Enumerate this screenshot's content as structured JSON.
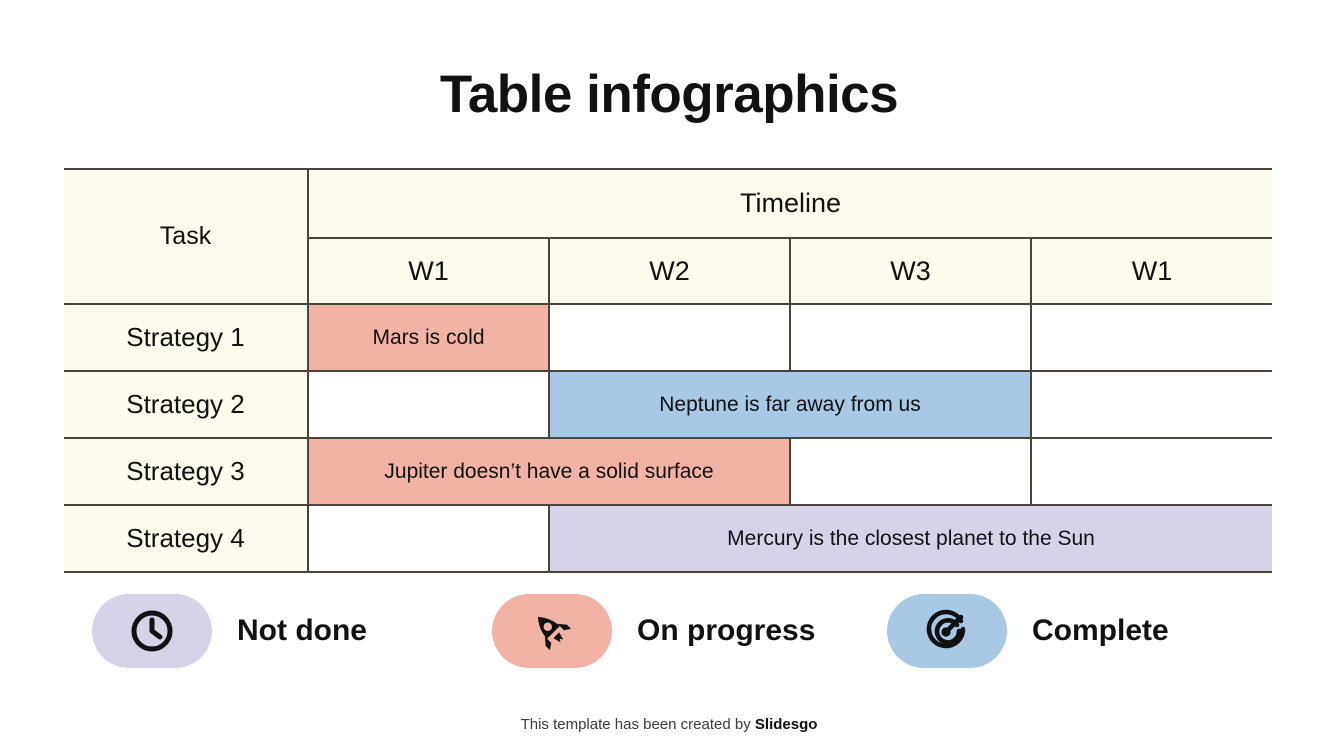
{
  "title": "Table infographics",
  "table": {
    "task_header": "Task",
    "timeline_header": "Timeline",
    "week_headers": [
      "W1",
      "W2",
      "W3",
      "W1"
    ],
    "rows": [
      {
        "label": "Strategy 1",
        "bar": {
          "text": "Mars is cold",
          "start": 1,
          "span": 1,
          "color": "#f2b3a6",
          "status": "On progress"
        }
      },
      {
        "label": "Strategy 2",
        "bar": {
          "text": "Neptune is far away from us",
          "start": 2,
          "span": 2,
          "color": "#a8c8e3",
          "status": "Complete"
        }
      },
      {
        "label": "Strategy 3",
        "bar": {
          "text": "Jupiter doesn’t have a solid surface",
          "start": 1,
          "span": 2,
          "color": "#f2b3a6",
          "status": "On progress"
        }
      },
      {
        "label": "Strategy 4",
        "bar": {
          "text": "Mercury is the closest planet to the Sun",
          "start": 2,
          "span": 3,
          "color": "#d6d2e8",
          "status": "Not done"
        }
      }
    ]
  },
  "legend": [
    {
      "label": "Not done",
      "icon": "clock-icon",
      "color": "#d6d2e8"
    },
    {
      "label": "On progress",
      "icon": "rocket-icon",
      "color": "#f2b3a6"
    },
    {
      "label": "Complete",
      "icon": "target-icon",
      "color": "#a8c8e3"
    }
  ],
  "footer": {
    "text": "This template has been created by ",
    "brand": "Slidesgo"
  },
  "colors": {
    "header_cream": "#fdfaee",
    "border": "#4a443c",
    "pink": "#f2b3a6",
    "blue": "#a8c8e3",
    "lavender": "#d6d2e8"
  }
}
